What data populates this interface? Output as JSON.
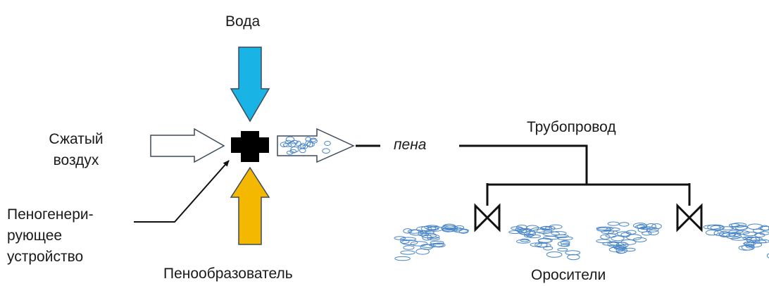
{
  "labels": {
    "water": "Вода",
    "compressed_air_line1": "Сжатый",
    "compressed_air_line2": "воздух",
    "foam": "пена",
    "pipeline": "Трубопровод",
    "foam_gen_line1": "Пеногенери-",
    "foam_gen_line2": "рующее",
    "foam_gen_line3": "устройство",
    "foaming_agent": "Пенообразователь",
    "sprinklers": "Оросители"
  },
  "colors": {
    "water_arrow": "#19b3e6",
    "foaming_agent_arrow": "#f5b800",
    "air_arrow": "#ffffff",
    "outline": "#3c4a5a",
    "device": "#000000",
    "spray": "#4a86c8"
  }
}
